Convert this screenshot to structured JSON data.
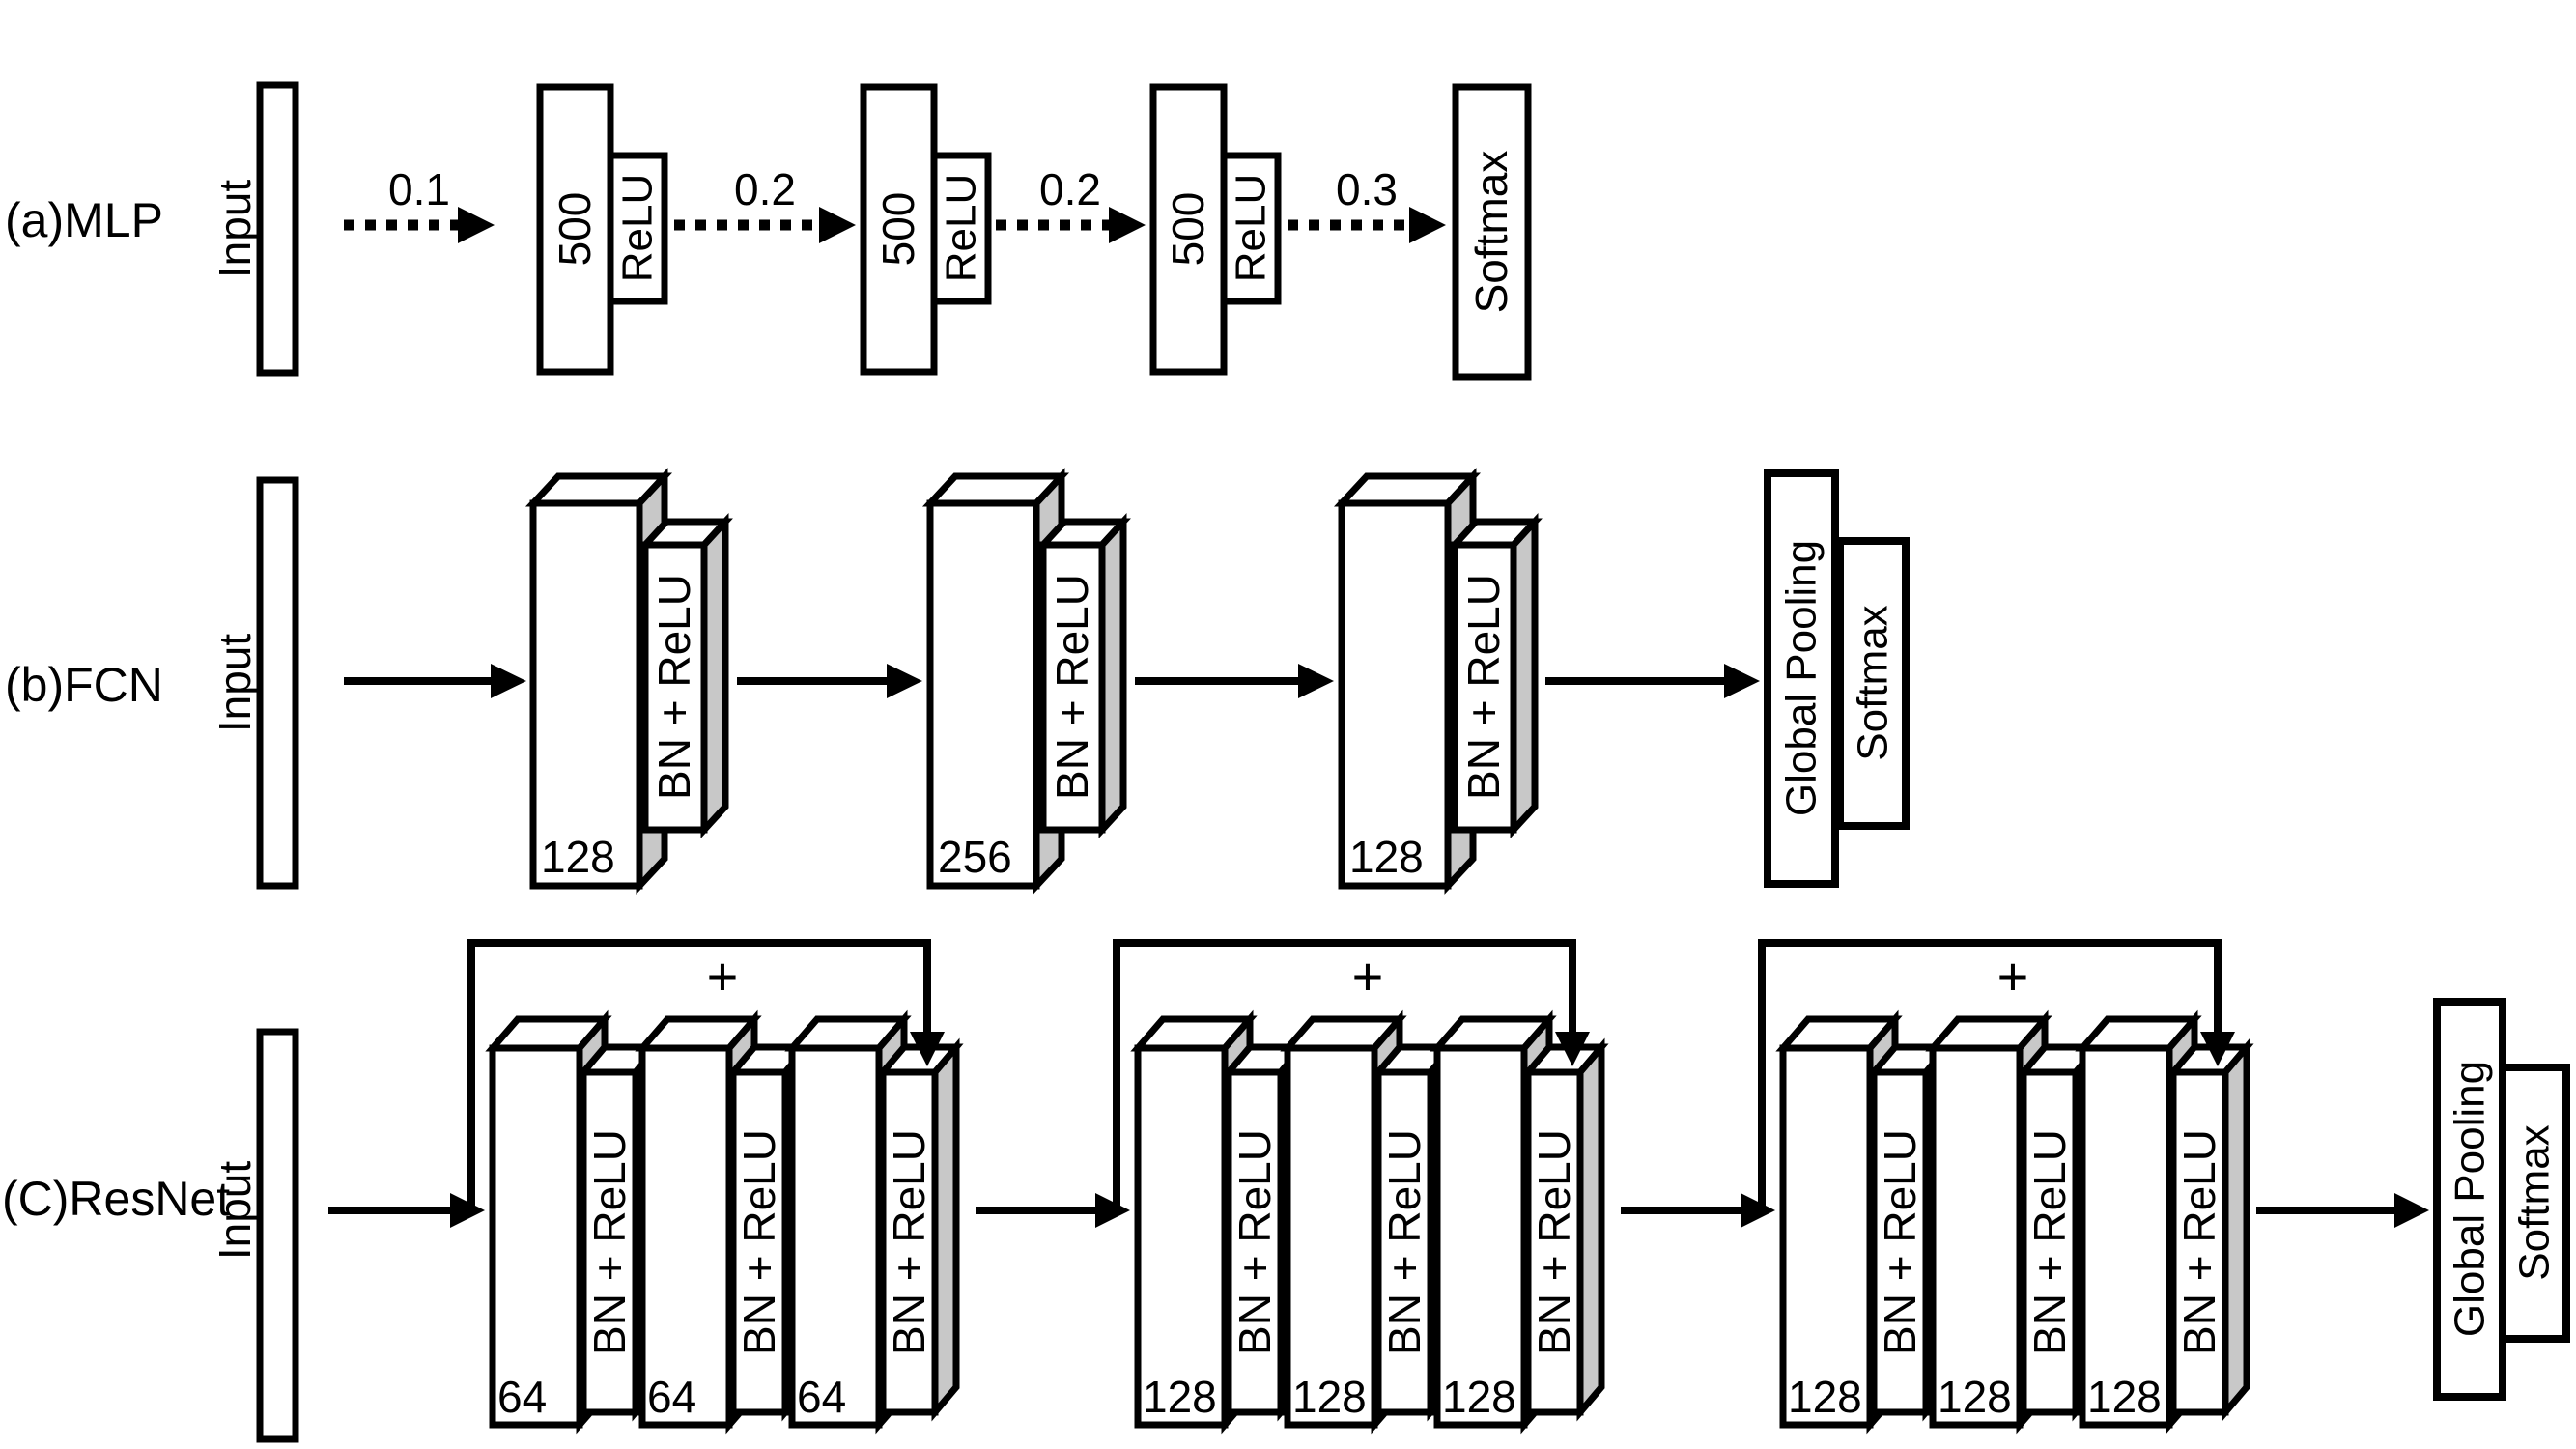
{
  "colors": {
    "stroke": "#000000",
    "face": "#ffffff",
    "side": "#c8c8c8",
    "background": "#ffffff"
  },
  "mlp": {
    "label": "(a)MLP",
    "input_label": "Input",
    "dropout_labels": [
      "0.1",
      "0.2",
      "0.2",
      "0.3"
    ],
    "units": [
      {
        "size": "500",
        "activation": "ReLU"
      },
      {
        "size": "500",
        "activation": "ReLU"
      },
      {
        "size": "500",
        "activation": "ReLU"
      }
    ],
    "output_label": "Softmax"
  },
  "fcn": {
    "label": "(b)FCN",
    "input_label": "Input",
    "blocks": [
      {
        "filters": "128",
        "op": "BN + ReLU"
      },
      {
        "filters": "256",
        "op": "BN + ReLU"
      },
      {
        "filters": "128",
        "op": "BN + ReLU"
      }
    ],
    "pooling_label": "Global Pooling",
    "output_label": "Softmax"
  },
  "resnet": {
    "label": "(C)ResNet",
    "input_label": "Input",
    "plus_label": "+",
    "groups": [
      {
        "blocks": [
          {
            "filters": "64",
            "op": "BN + ReLU"
          },
          {
            "filters": "64",
            "op": "BN + ReLU"
          },
          {
            "filters": "64",
            "op": "BN + ReLU"
          }
        ]
      },
      {
        "blocks": [
          {
            "filters": "128",
            "op": "BN + ReLU"
          },
          {
            "filters": "128",
            "op": "BN + ReLU"
          },
          {
            "filters": "128",
            "op": "BN + ReLU"
          }
        ]
      },
      {
        "blocks": [
          {
            "filters": "128",
            "op": "BN + ReLU"
          },
          {
            "filters": "128",
            "op": "BN + ReLU"
          },
          {
            "filters": "128",
            "op": "BN + ReLU"
          }
        ]
      }
    ],
    "pooling_label": "Global Pooling",
    "output_label": "Softmax"
  }
}
